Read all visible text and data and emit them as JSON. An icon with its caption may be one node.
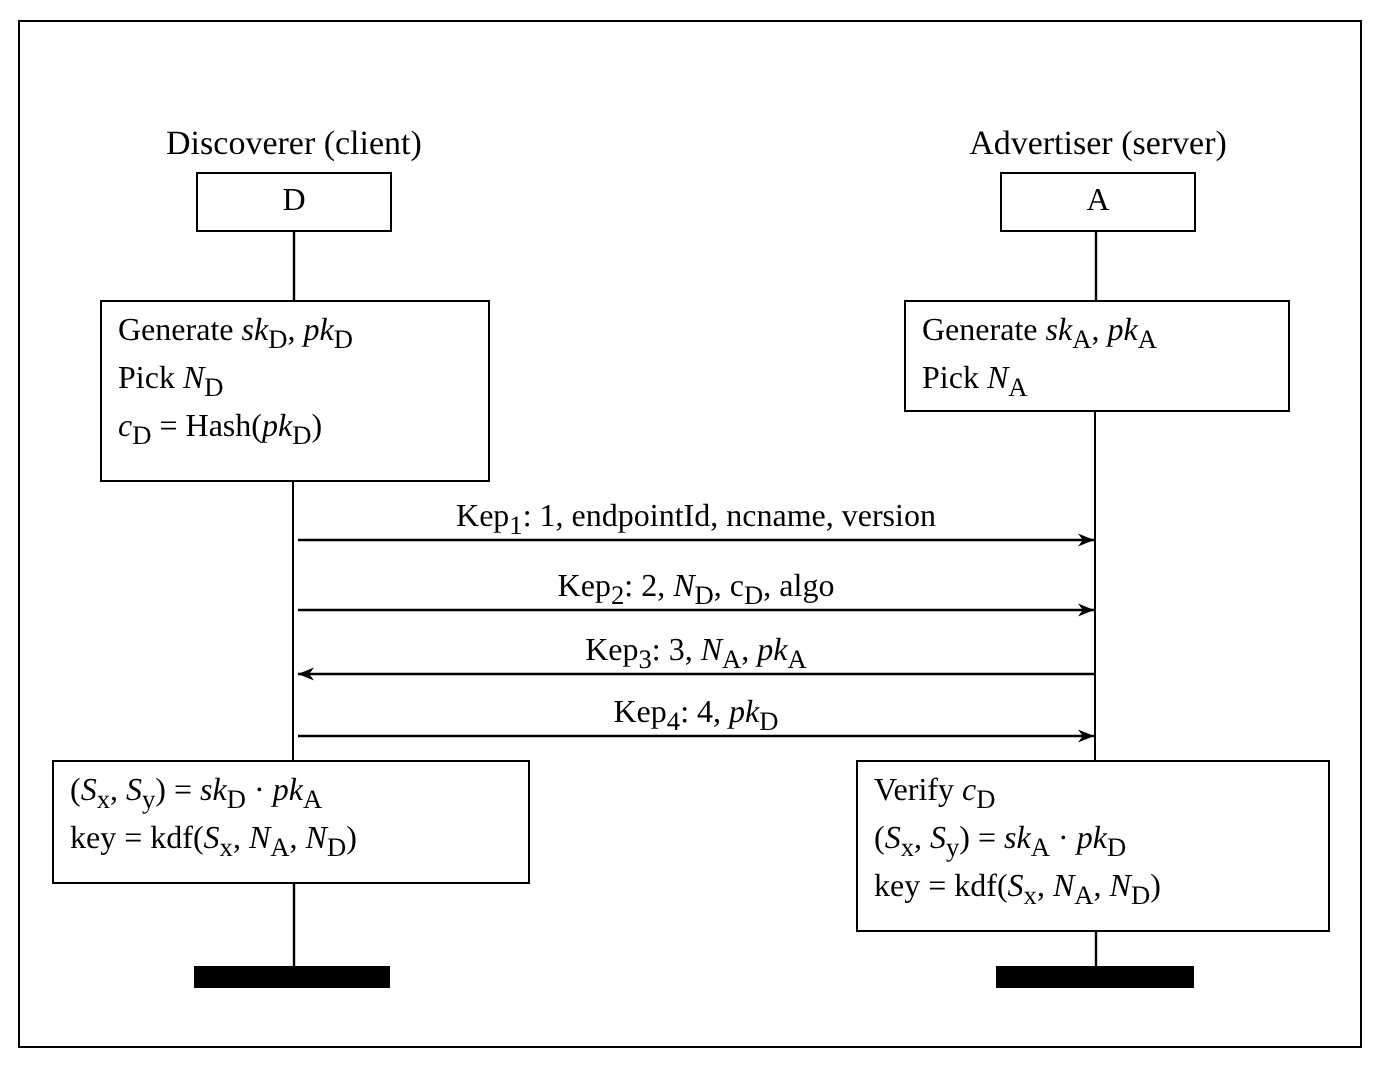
{
  "diagram": {
    "nodes": [
      {
        "text": [
          "D"
        ],
        "beside": [
          "Discoverer (client)"
        ]
      },
      {
        "text": [
          "A"
        ],
        "beside": [
          "Advertiser (server)"
        ]
      },
      {
        "text": [
          "Generate *sk*$_{D}$, *pk*$_{D}$",
          "Pick *N*$_{D}$",
          "*c*$_{D}$ = Hash(*pk*$_{D}$)"
        ]
      },
      {
        "text": [
          "Generate *sk*$_{A}$, *pk*$_{A}$",
          "Pick *N*$_{A}$"
        ]
      },
      {
        "text": [
          "(*S*$_{x}$, *S*$_{y}$) = *sk*$_{D}$ · *pk*$_{A}$",
          "key = kdf(*S*$_{x}$, *N*$_{A}$, *N*$_{D}$)"
        ]
      },
      {
        "text": [
          "Verify *c*$_{D}$",
          "(*S*$_{x}$, *S*$_{y}$) = *sk*$_{A}$ · *pk*$_{D}$",
          "key = kdf(*S*$_{x}$, *N*$_{A}$, *N*$_{D}$)"
        ]
      },
      {
        "text": [],
        "shape": "bar"
      },
      {
        "text": [],
        "shape": "bar"
      },
      {
        "text": [],
        "shape": "line"
      },
      {
        "text": [],
        "shape": "line"
      }
    ],
    "edges": [
      {
        "from": 0,
        "to": 2,
        "arrow": "none"
      },
      {
        "from": 4,
        "to": 6,
        "arrow": "none"
      },
      {
        "from": 1,
        "to": 3,
        "arrow": "none"
      },
      {
        "from": 5,
        "to": 7,
        "arrow": "none"
      },
      {
        "from": 8,
        "to": 9,
        "arrow": "to",
        "label": "Kep$_{1}$: 1, endpointId, ncname, version"
      },
      {
        "from": 8,
        "to": 9,
        "arrow": "to",
        "label": "Kep$_{2}$: 2, *N*$_{D}$, c$_{D}$, algo"
      },
      {
        "from": 9,
        "to": 8,
        "arrow": "to",
        "label": "Kep$_{3}$: 3, *N*$_{A}$, *pk*$_{A}$"
      },
      {
        "from": 8,
        "to": 9,
        "arrow": "to",
        "label": "Kep$_{4}$: 4, *pk*$_{D}$"
      }
    ]
  }
}
